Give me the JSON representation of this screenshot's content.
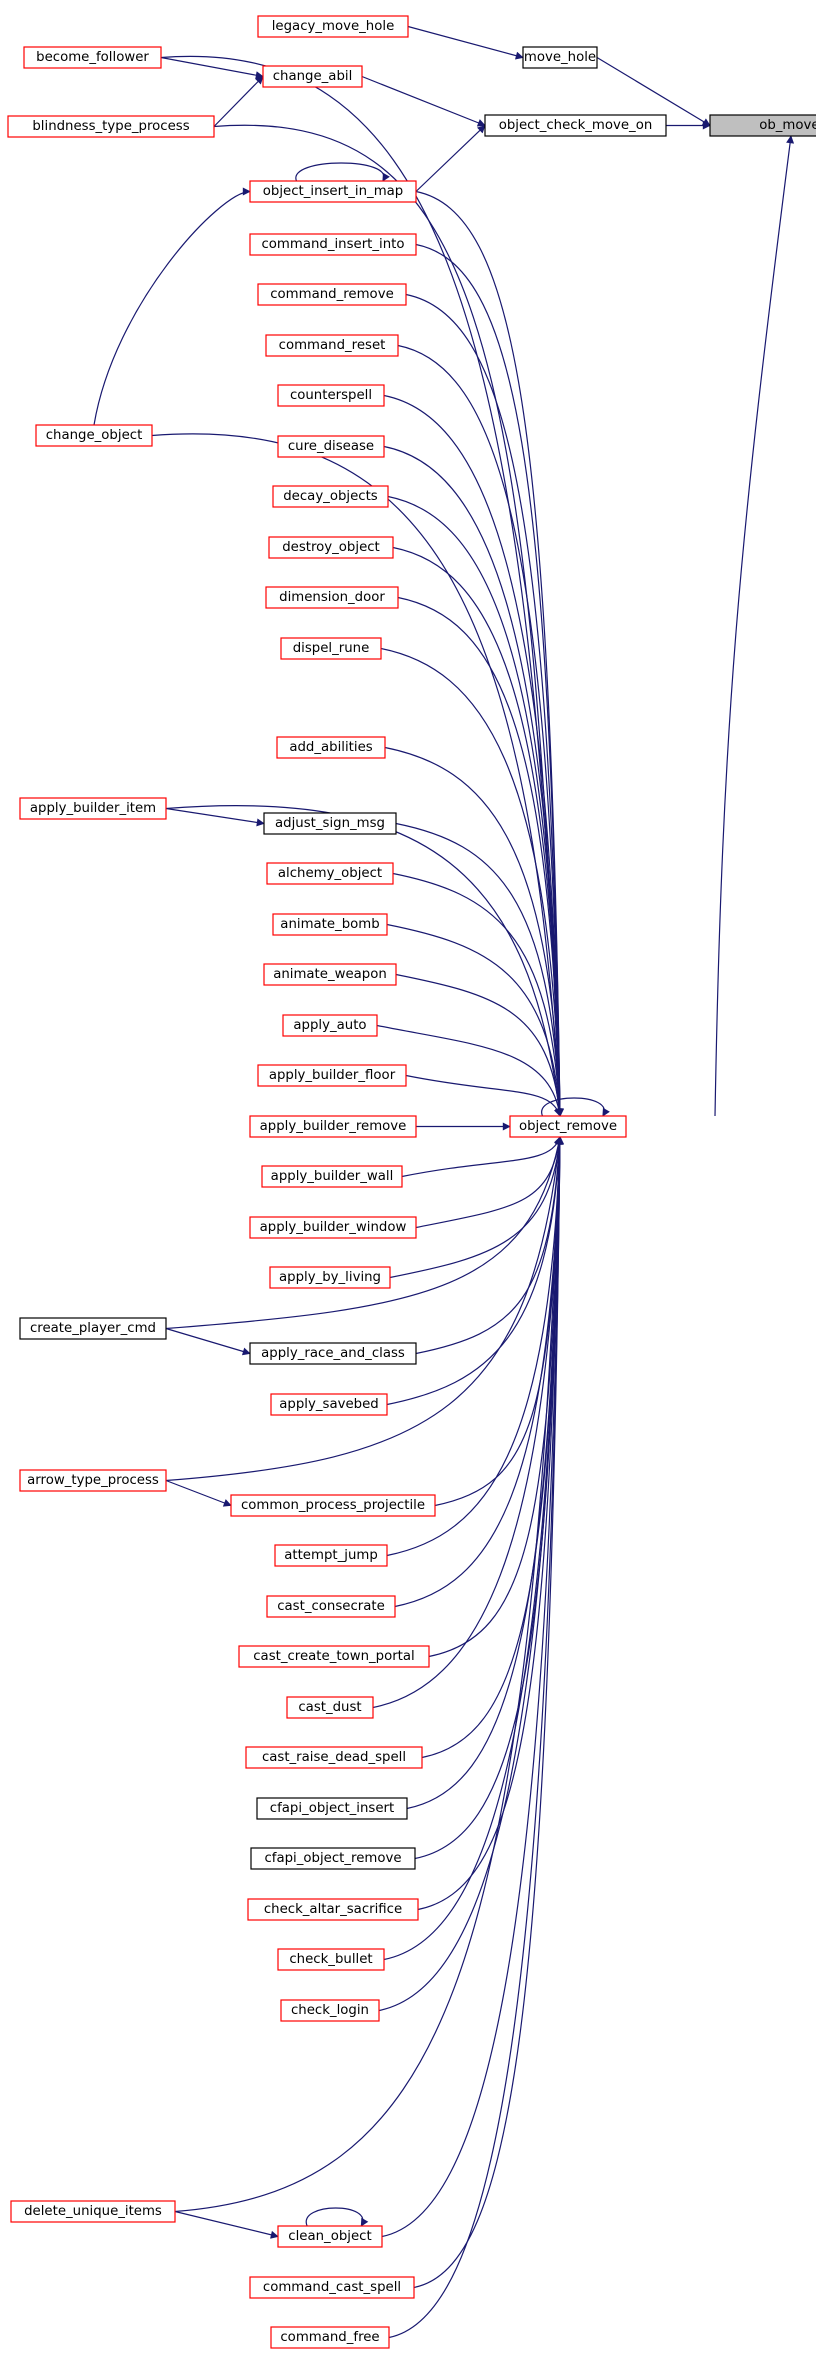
{
  "colors": {
    "edge": "#191970",
    "border_partial": "#ff0000",
    "border_full": "#000000",
    "fill_default": "#ffffff",
    "fill_focus": "#bfbfbf"
  },
  "nodes": [
    {
      "id": "ob_move_on",
      "label": "ob_move_on",
      "style": "focus"
    },
    {
      "id": "move_hole",
      "label": "move_hole",
      "style": "full"
    },
    {
      "id": "object_check_move_on",
      "label": "object_check_move_on",
      "style": "full"
    },
    {
      "id": "legacy_move_hole",
      "label": "legacy_move_hole",
      "style": "partial"
    },
    {
      "id": "become_follower",
      "label": "become_follower",
      "style": "partial"
    },
    {
      "id": "change_abil",
      "label": "change_abil",
      "style": "partial"
    },
    {
      "id": "blindness_type_process",
      "label": "blindness_type_process",
      "style": "partial"
    },
    {
      "id": "object_insert_in_map",
      "label": "object_insert_in_map",
      "style": "partial"
    },
    {
      "id": "command_insert_into",
      "label": "command_insert_into",
      "style": "partial"
    },
    {
      "id": "command_remove",
      "label": "command_remove",
      "style": "partial"
    },
    {
      "id": "command_reset",
      "label": "command_reset",
      "style": "partial"
    },
    {
      "id": "counterspell",
      "label": "counterspell",
      "style": "partial"
    },
    {
      "id": "change_object",
      "label": "change_object",
      "style": "partial"
    },
    {
      "id": "cure_disease",
      "label": "cure_disease",
      "style": "partial"
    },
    {
      "id": "decay_objects",
      "label": "decay_objects",
      "style": "partial"
    },
    {
      "id": "destroy_object",
      "label": "destroy_object",
      "style": "partial"
    },
    {
      "id": "dimension_door",
      "label": "dimension_door",
      "style": "partial"
    },
    {
      "id": "dispel_rune",
      "label": "dispel_rune",
      "style": "partial"
    },
    {
      "id": "add_abilities",
      "label": "add_abilities",
      "style": "partial"
    },
    {
      "id": "apply_builder_item",
      "label": "apply_builder_item",
      "style": "partial"
    },
    {
      "id": "adjust_sign_msg",
      "label": "adjust_sign_msg",
      "style": "full"
    },
    {
      "id": "alchemy_object",
      "label": "alchemy_object",
      "style": "partial"
    },
    {
      "id": "animate_bomb",
      "label": "animate_bomb",
      "style": "partial"
    },
    {
      "id": "animate_weapon",
      "label": "animate_weapon",
      "style": "partial"
    },
    {
      "id": "apply_auto",
      "label": "apply_auto",
      "style": "partial"
    },
    {
      "id": "apply_builder_floor",
      "label": "apply_builder_floor",
      "style": "partial"
    },
    {
      "id": "object_remove",
      "label": "object_remove",
      "style": "partial"
    },
    {
      "id": "apply_builder_remove",
      "label": "apply_builder_remove",
      "style": "partial"
    },
    {
      "id": "apply_builder_wall",
      "label": "apply_builder_wall",
      "style": "partial"
    },
    {
      "id": "apply_builder_window",
      "label": "apply_builder_window",
      "style": "partial"
    },
    {
      "id": "apply_by_living",
      "label": "apply_by_living",
      "style": "partial"
    },
    {
      "id": "create_player_cmd",
      "label": "create_player_cmd",
      "style": "full"
    },
    {
      "id": "apply_race_and_class",
      "label": "apply_race_and_class",
      "style": "full"
    },
    {
      "id": "apply_savebed",
      "label": "apply_savebed",
      "style": "partial"
    },
    {
      "id": "arrow_type_process",
      "label": "arrow_type_process",
      "style": "partial"
    },
    {
      "id": "common_process_projectile",
      "label": "common_process_projectile",
      "style": "partial"
    },
    {
      "id": "attempt_jump",
      "label": "attempt_jump",
      "style": "partial"
    },
    {
      "id": "cast_consecrate",
      "label": "cast_consecrate",
      "style": "partial"
    },
    {
      "id": "cast_create_town_portal",
      "label": "cast_create_town_portal",
      "style": "partial"
    },
    {
      "id": "cast_dust",
      "label": "cast_dust",
      "style": "partial"
    },
    {
      "id": "cast_raise_dead_spell",
      "label": "cast_raise_dead_spell",
      "style": "partial"
    },
    {
      "id": "cfapi_object_insert",
      "label": "cfapi_object_insert",
      "style": "full"
    },
    {
      "id": "cfapi_object_remove",
      "label": "cfapi_object_remove",
      "style": "full"
    },
    {
      "id": "check_altar_sacrifice",
      "label": "check_altar_sacrifice",
      "style": "partial"
    },
    {
      "id": "check_bullet",
      "label": "check_bullet",
      "style": "partial"
    },
    {
      "id": "check_login",
      "label": "check_login",
      "style": "partial"
    },
    {
      "id": "delete_unique_items",
      "label": "delete_unique_items",
      "style": "partial"
    },
    {
      "id": "clean_object",
      "label": "clean_object",
      "style": "partial"
    },
    {
      "id": "command_cast_spell",
      "label": "command_cast_spell",
      "style": "partial"
    },
    {
      "id": "command_free",
      "label": "command_free",
      "style": "partial"
    }
  ],
  "edges": [
    {
      "from": "move_hole",
      "to": "ob_move_on"
    },
    {
      "from": "object_check_move_on",
      "to": "ob_move_on"
    },
    {
      "from": "object_remove",
      "to": "ob_move_on"
    },
    {
      "from": "legacy_move_hole",
      "to": "move_hole"
    },
    {
      "from": "change_abil",
      "to": "object_check_move_on"
    },
    {
      "from": "object_insert_in_map",
      "to": "object_check_move_on"
    },
    {
      "from": "become_follower",
      "to": "change_abil"
    },
    {
      "from": "blindness_type_process",
      "to": "change_abil"
    },
    {
      "from": "object_insert_in_map",
      "to": "object_insert_in_map"
    },
    {
      "from": "change_object",
      "to": "object_insert_in_map"
    },
    {
      "from": "object_remove",
      "to": "object_remove"
    },
    {
      "from": "become_follower",
      "to": "object_remove"
    },
    {
      "from": "blindness_type_process",
      "to": "object_remove"
    },
    {
      "from": "object_insert_in_map",
      "to": "object_remove"
    },
    {
      "from": "command_insert_into",
      "to": "object_remove"
    },
    {
      "from": "command_remove",
      "to": "object_remove"
    },
    {
      "from": "command_reset",
      "to": "object_remove"
    },
    {
      "from": "counterspell",
      "to": "object_remove"
    },
    {
      "from": "change_object",
      "to": "object_remove"
    },
    {
      "from": "cure_disease",
      "to": "object_remove"
    },
    {
      "from": "decay_objects",
      "to": "object_remove"
    },
    {
      "from": "destroy_object",
      "to": "object_remove"
    },
    {
      "from": "dimension_door",
      "to": "object_remove"
    },
    {
      "from": "dispel_rune",
      "to": "object_remove"
    },
    {
      "from": "add_abilities",
      "to": "object_remove"
    },
    {
      "from": "apply_builder_item",
      "to": "object_remove"
    },
    {
      "from": "apply_builder_item",
      "to": "adjust_sign_msg"
    },
    {
      "from": "adjust_sign_msg",
      "to": "object_remove"
    },
    {
      "from": "alchemy_object",
      "to": "object_remove"
    },
    {
      "from": "animate_bomb",
      "to": "object_remove"
    },
    {
      "from": "animate_weapon",
      "to": "object_remove"
    },
    {
      "from": "apply_auto",
      "to": "object_remove"
    },
    {
      "from": "apply_builder_floor",
      "to": "object_remove"
    },
    {
      "from": "apply_builder_remove",
      "to": "object_remove"
    },
    {
      "from": "apply_builder_wall",
      "to": "object_remove"
    },
    {
      "from": "apply_builder_window",
      "to": "object_remove"
    },
    {
      "from": "apply_by_living",
      "to": "object_remove"
    },
    {
      "from": "create_player_cmd",
      "to": "object_remove"
    },
    {
      "from": "create_player_cmd",
      "to": "apply_race_and_class"
    },
    {
      "from": "apply_race_and_class",
      "to": "object_remove"
    },
    {
      "from": "apply_savebed",
      "to": "object_remove"
    },
    {
      "from": "arrow_type_process",
      "to": "object_remove"
    },
    {
      "from": "arrow_type_process",
      "to": "common_process_projectile"
    },
    {
      "from": "common_process_projectile",
      "to": "object_remove"
    },
    {
      "from": "attempt_jump",
      "to": "object_remove"
    },
    {
      "from": "cast_consecrate",
      "to": "object_remove"
    },
    {
      "from": "cast_create_town_portal",
      "to": "object_remove"
    },
    {
      "from": "cast_dust",
      "to": "object_remove"
    },
    {
      "from": "cast_raise_dead_spell",
      "to": "object_remove"
    },
    {
      "from": "cfapi_object_insert",
      "to": "object_remove"
    },
    {
      "from": "cfapi_object_remove",
      "to": "object_remove"
    },
    {
      "from": "check_altar_sacrifice",
      "to": "object_remove"
    },
    {
      "from": "check_bullet",
      "to": "object_remove"
    },
    {
      "from": "check_login",
      "to": "object_remove"
    },
    {
      "from": "delete_unique_items",
      "to": "object_remove"
    },
    {
      "from": "delete_unique_items",
      "to": "clean_object"
    },
    {
      "from": "clean_object",
      "to": "clean_object"
    },
    {
      "from": "clean_object",
      "to": "object_remove"
    },
    {
      "from": "command_cast_spell",
      "to": "object_remove"
    },
    {
      "from": "command_free",
      "to": "object_remove"
    }
  ]
}
